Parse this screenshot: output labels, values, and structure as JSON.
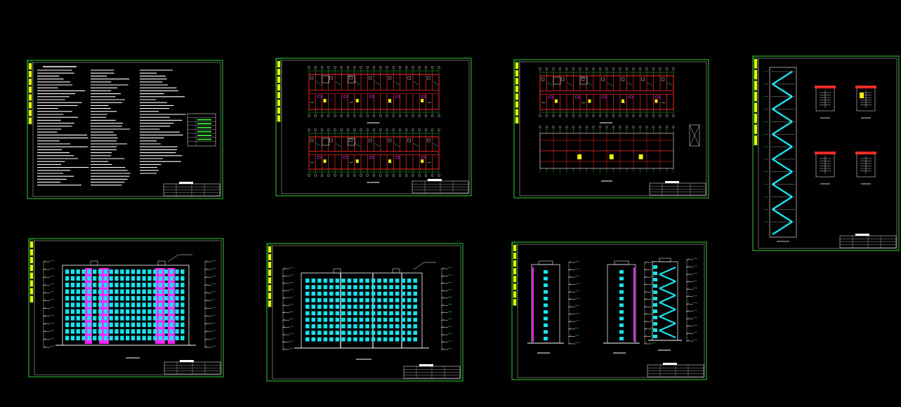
{
  "canvas": {
    "background": "#000000"
  },
  "palette": {
    "frame": "#35e23a",
    "red": "#ff2a2a",
    "cyan": "#19e3ee",
    "magenta": "#ff20ff",
    "yellow": "#f2f20a",
    "white": "#ffffff",
    "green": "#33dd33"
  },
  "sheets": [
    {
      "id": "design-notes",
      "kind": "notes"
    },
    {
      "id": "floor-plans-a",
      "kind": "plans"
    },
    {
      "id": "floor-plans-b",
      "kind": "plans-roof"
    },
    {
      "id": "stair-section",
      "kind": "stair"
    },
    {
      "id": "front-elevation",
      "kind": "elevation-color"
    },
    {
      "id": "rear-elevation",
      "kind": "elevation-plain"
    },
    {
      "id": "side-elevations",
      "kind": "side"
    }
  ]
}
